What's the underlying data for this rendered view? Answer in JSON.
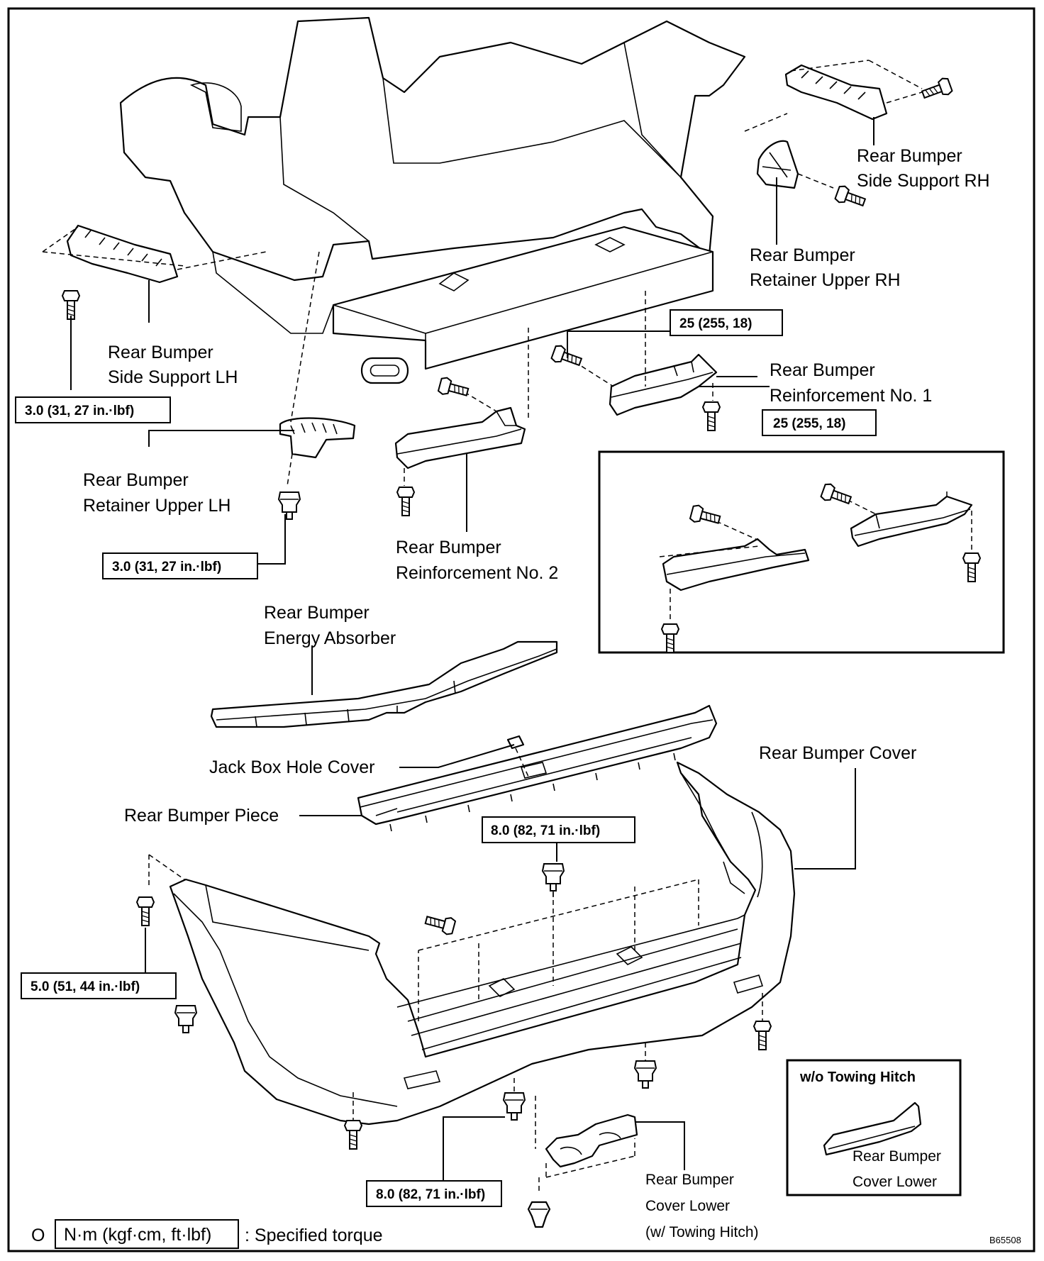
{
  "labels": {
    "side_support_rh": [
      "Rear Bumper",
      "Side Support RH"
    ],
    "retainer_upper_rh": [
      "Rear Bumper",
      "Retainer Upper RH"
    ],
    "side_support_lh": [
      "Rear Bumper",
      "Side Support LH"
    ],
    "reinforcement_no1": [
      "Rear Bumper",
      "Reinforcement No. 1"
    ],
    "retainer_upper_lh": [
      "Rear Bumper",
      "Retainer Upper LH"
    ],
    "reinforcement_no2": [
      "Rear Bumper",
      "Reinforcement No. 2"
    ],
    "energy_absorber": [
      "Rear Bumper",
      "Energy Absorber"
    ],
    "jack_box_hole_cover": "Jack Box Hole Cover",
    "rear_bumper_piece": "Rear Bumper Piece",
    "rear_bumper_cover": "Rear Bumper Cover",
    "cover_lower_hitch": [
      "Rear Bumper",
      "Cover Lower",
      "(w/ Towing Hitch)"
    ],
    "inset_title": "w/o Towing Hitch",
    "inset_cover_lower": [
      "Rear Bumper",
      "Cover Lower"
    ]
  },
  "torques": {
    "t_3_0_side_lh": "3.0 (31, 27 in.·lbf)",
    "t_3_0_retainer_lh": "3.0 (31, 27 in.·lbf)",
    "t_25_upper": "25 (255, 18)",
    "t_25_lower": "25 (255, 18)",
    "t_8_0_upper": "8.0 (82, 71 in.·lbf)",
    "t_5_0": "5.0 (51, 44 in.·lbf)",
    "t_8_0_lower": "8.0 (82, 71 in.·lbf)"
  },
  "legend": {
    "symbol": "O",
    "unit_box": "N·m (kgf·cm, ft·lbf)",
    "text": ": Specified torque"
  },
  "figure_id": "B65508"
}
